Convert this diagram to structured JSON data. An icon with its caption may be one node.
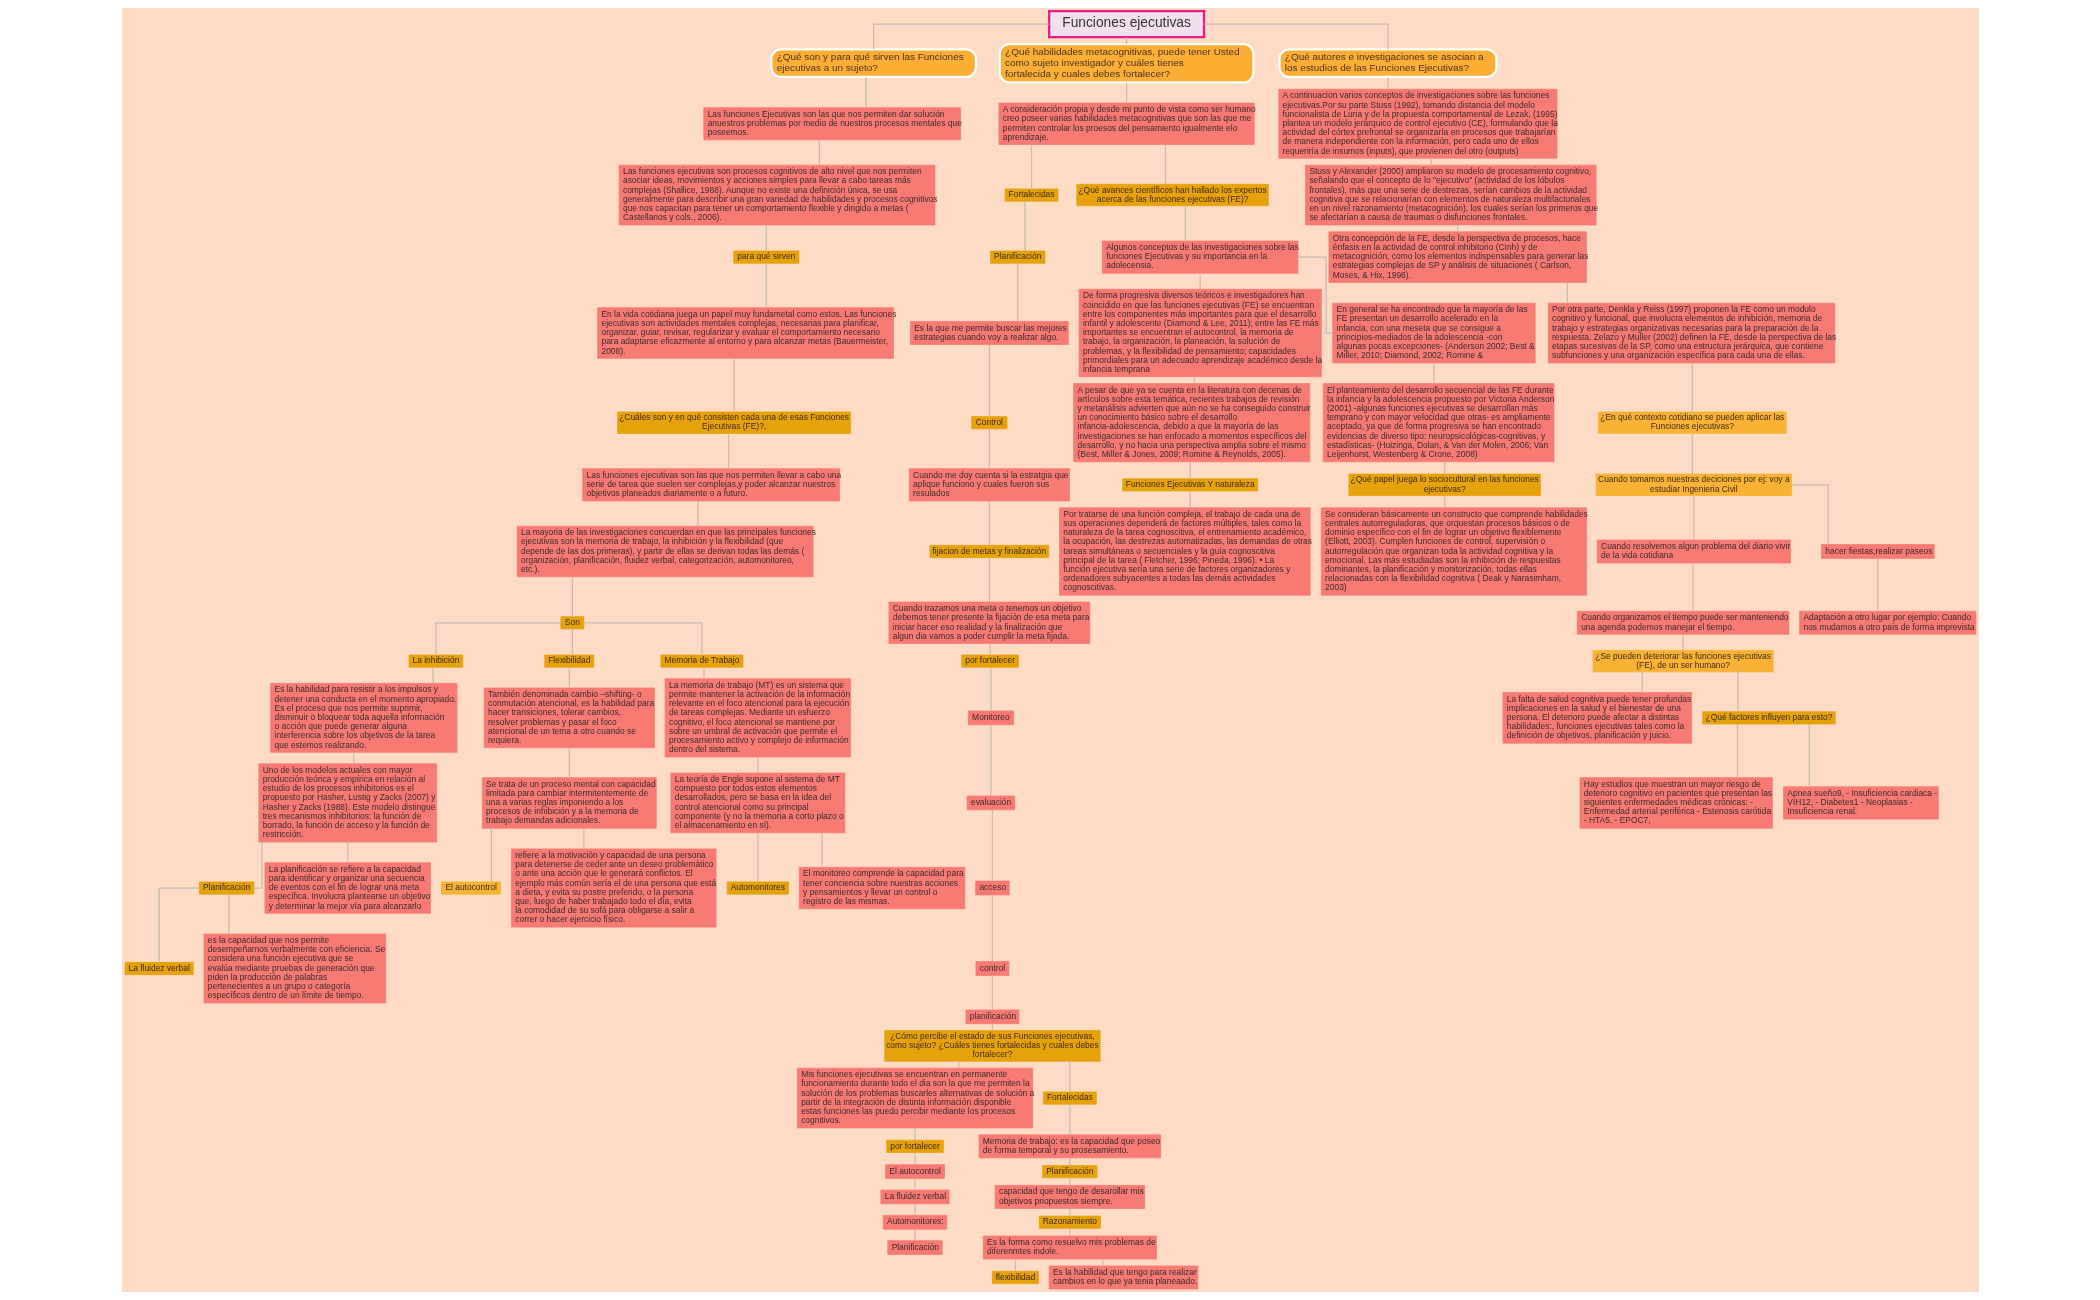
{
  "diagram": {
    "nodes": [
      {
        "text": [
          "Funciones ejecutivas"
        ]
      },
      {
        "text": [
          "¿Qué son y para qué sirven las Funciones ejecutivas a un sujeto?"
        ]
      },
      {
        "text": [
          "Las funciones Ejecutivas son las que nos permiten dar solución anuestros problemas por medio de nuestros procesos mentales que poseemos."
        ]
      },
      {
        "text": [
          "Las funciones ejecutivas son procesos cognitivos de alto nivel que nos permiten asociar ideas, movimientos y acciones simples para llevar a cabo tareas más complejas (Shallice, 1988). Aunque no existe una definición única, se usa generalmente para describir una gran variedad de habilidades y procesos cognitivos que nos capacitan para tener un comportamiento flexible y dirigido a metas ( Castellanos y cols., 2006)."
        ]
      },
      {
        "text": [
          "para qué sirven"
        ]
      },
      {
        "text": [
          "En la vida cotidiana juega un papel muy fundametal como estos. Las funciones ejecutivas son actividades mentales complejas, necesarias para planificar, organizar, guiar, revisar, regularizar y evaluar el comportamiento necesario para adaptarse eficazmente al entorno y para alcanzar metas (Bauermeister, 2008)."
        ]
      },
      {
        "text": [
          "¿Cuáles son y en qué consisten cada una de esas Funciones Ejecutivas (FE)?,"
        ]
      },
      {
        "text": [
          "Las funciones ejecutivas son las que nos permiten llevar a cabo una serie de tarea que suelen ser complejas,y poder alcanzar nuestros objetivos planeados diariamente o a futuro."
        ]
      },
      {
        "text": [
          "La mayoria de las investigaciones concuerdan en que las principales funciones ejecutivas son la memoria de trabajo, la inhibición y la flexibilidad (que depende de las dos primeras), y partir de ellas se derivan todas las demás ( organización, planificación, fluidez verbal, categorización, automonitoreo, etc.)."
        ]
      },
      {
        "text": [
          "Son"
        ]
      },
      {
        "text": [
          "La inhibición"
        ]
      },
      {
        "text": [
          "Es la habilidad para resistir a los impulsos y detener una conducta en el momento apropiado. Es el proceso que nos permite suprimir, disminuir o bloquear toda aquella información o acción que puede generar alguna interferencia sobre los objetivos de la tarea que estemos realizando."
        ]
      },
      {
        "text": [
          "Uno de los modelos actuales con mayor producción teórica y empírica en relación al estudio de los procesos inhibitorios es el propuesto por Hasher, Lustig y Zacks (2007) y Hasher y Zacks (1988). Este modelo distingue tres mecanismos inhibitorios: la función de borrado, la función de acceso y la función de restricción."
        ]
      },
      {
        "text": [
          "Planificación"
        ]
      },
      {
        "text": [
          "La fluidez verbal"
        ]
      },
      {
        "text": [
          "es la capacidad que nos permite desempeñarnos verbalmente con eficiencia. Se considera una función ejecutiva que se evalúa mediante pruebas de generación que piden la producción de palabras pertenecientes a un grupo o categoría específicos dentro de un límite de tiempo."
        ]
      },
      {
        "text": [
          "La planificación se refiere a la capacidad para identificar y organizar una secuencia de eventos con el fin de lograr una meta específica. Involucra plantearse un objetivo y determinar la mejor vía para alcanzarlo"
        ]
      },
      {
        "text": [
          "Flexibilidad"
        ]
      },
      {
        "text": [
          "También denominada cambio –shifting- o conmutación atencional, es la habilidad para hacer transiciones, tolerar cambios, resolver problemas y pasar el foco atencional de un tema a otro cuando se requiera."
        ]
      },
      {
        "text": [
          "Se trata de un proceso mental con capacidad limitada para cambiar intermitentemente de una a varias reglas imponiendo a los procesos de inhibición y a la memoria de trabajo demandas adicionales."
        ]
      },
      {
        "text": [
          "El autocontrol"
        ]
      },
      {
        "text": [
          "refiere a la motivación y capacidad de una persona para detenerse de ceder ante un deseo problemático o ante una acción que le generará conflictos. El ejemplo más común sería el de una persona que está a dieta, y evita su postre preferido, o la persona que, luego de haber trabajado todo el día, evita la comodidad de su sofá para obligarse a salir a correr o hacer ejercicio físico."
        ]
      },
      {
        "text": [
          "Memoria de Trabajo"
        ]
      },
      {
        "text": [
          "La memoria de trabajo (MT) es un sistema que permite mantener la activación de la información relevante en el foco atencional para la ejecución de tareas complejas. Mediante un esfuerzo cognitivo, el foco atencional se mantiene por sobre un umbral de activación que permite el procesamiento activo y complejo de información dentro del sistema."
        ]
      },
      {
        "text": [
          "La teoría de Engle supone al sistema de MT compuesto por todos estos elementos desarrollados, pero se basa en la idea del control atencional como su principal componente (y no la memoria a corto plazo o el almacenamiento en sí)."
        ]
      },
      {
        "text": [
          "Automonitores"
        ]
      },
      {
        "text": [
          "El monitoreo comprende la capacidad para tener conciencia sobre nuestras acciones y pensamientos y llevar un control o registro de las mismas."
        ]
      },
      {
        "text": [
          "¿Qué habilidades metacognitivas, puede tener Usted como sujeto investigador y cuáles tienes fortalecida y cuales debes fortalecer?"
        ]
      },
      {
        "text": [
          "A consideración propia y desde mi punto de vista como ser humano creo poseer varias habilidades metacognitivas que son las que me permiten controlar los proesos del pensamiento igualmente elo aprendizaje."
        ]
      },
      {
        "text": [
          "Fortalecidas"
        ]
      },
      {
        "text": [
          "Planificación"
        ]
      },
      {
        "text": [
          "Es la que me permite buscar las mejores estrategias cuando voy a realizar algo."
        ]
      },
      {
        "text": [
          "Control"
        ]
      },
      {
        "text": [
          "Cuando me doy cuenta si la estratgia que aplique funciono y cuales fueron sus resulados"
        ]
      },
      {
        "text": [
          "fijacion de metas y finalización"
        ]
      },
      {
        "text": [
          "Cuando trazamos una meta o tenemos un objetivo debemos tener presente la fijación de esa meta para iniciar hacer eso realidad y la finalización que algun dia vamos a poder cumplir la meta fijada."
        ]
      },
      {
        "text": [
          "por fortalecer"
        ]
      },
      {
        "text": [
          "Monitoreo"
        ]
      },
      {
        "text": [
          "evaluación"
        ]
      },
      {
        "text": [
          "acceso"
        ]
      },
      {
        "text": [
          "control"
        ]
      },
      {
        "text": [
          "planificación"
        ]
      },
      {
        "text": [
          "¿Cómo percibe el estado de sus Funciones ejecutivas, como sujeto? ¿Cuáles tienes fortalecidas y cuales debes fortalecer?"
        ]
      },
      {
        "text": [
          "Mis funciones ejecutivas se encuentran en permanente funcionamiento durante todo el dia son la que me permiten la solución de los problemas buscarles alternativas de solución a partir de la integración de distinta información disponible estas funciones las puedo percibir mediante los procesos cognitivos."
        ]
      },
      {
        "text": [
          "por fortalecer"
        ]
      },
      {
        "text": [
          "El autocontrol"
        ]
      },
      {
        "text": [
          "La fluidez verbal"
        ]
      },
      {
        "text": [
          "Automonitores:"
        ]
      },
      {
        "text": [
          "Planificación"
        ]
      },
      {
        "text": [
          "Fortalecidas"
        ]
      },
      {
        "text": [
          "Memoria de trabajo: es la capacidad que poseo de forma temporal y su prosesamiento."
        ]
      },
      {
        "text": [
          "Planificación"
        ]
      },
      {
        "text": [
          "capacidad que tengo de desarollar mis objetivos priopuestos siempre."
        ]
      },
      {
        "text": [
          "Razonamiento"
        ]
      },
      {
        "text": [
          "Es la forma como resuelvo mis problemas de diferenmtes indole."
        ]
      },
      {
        "text": [
          "flexibilidad"
        ]
      },
      {
        "text": [
          "Es la habilidad que tengo para realizar cambios en lo que ya tenia planeaado."
        ]
      },
      {
        "text": [
          "¿Qué avances científicos han hallado los expertos acerca de las funciones ejecutivas (FE)?"
        ]
      },
      {
        "text": [
          "Algunos conceptos de las investigaciones sobre las funciones Ejecutivas y su importancia en la adolecensia."
        ]
      },
      {
        "text": [
          "De forma progresiva diversos teóricos e investigadores han coincidido en que las funciones ejecutivas (FE) se encuentran entre los componentes más importantes para que el desarrollo infantil y adolescente (Diamond & Lee, 2011); entre las FE más importantes se encuentran el autocontrol, la memoria de trabajo, la organización, la planeación, la solución de problemas, y la flexibilidad de pensamiento; capacidades primordiales para un adecuado aprendizaje académico desde la infancia temprana"
        ]
      },
      {
        "text": [
          "A pesar de que ya se cuenta en la literatura con decenas de artículos sobre esta temática, recientes trabajos de revisión y metanálisis advierten que aún no se ha conseguido construir un conocimiento básico sobre el desarrollo infancia-adolescencia, debido a que la mayoría de las investigaciones se han enfocado a momentos específicos del desarrollo, y no hacia una perspectiva amplia sobre el mismo (Best, Miller & Jones, 2009; Romine & Reynolds, 2005)."
        ]
      },
      {
        "text": [
          "Funciones Ejecutivas Y naturaleza"
        ]
      },
      {
        "text": [
          "Por tratarse de una función compleja, el trabajo de cada una de sus operaciones dependerá de factores múltiples, tales como la naturaleza de la tarea cognoscitiva, el entrenamiento académico, la ocupación, las destrezas automatizadas, las demandas de otras tareas simultáneas o secuenciales y la guía cognoscitiva principal de la tarea ( Fletcher, 1996; Pineda, 1996). • La función ejecutiva sería una serie de factores organizadores y ordenadores subyacentes a todas las demás actividades cognoscitivas."
        ]
      },
      {
        "text": [
          "En general se ha encontrado que la mayoría de las FE presentan un desarrollo acelerado en la infancia, con una meseta que se consigue a principios-mediados de la adolescencia -con algunas pocas excepciones- (Anderson 2002; Best & Miller, 2010; Diamond, 2002; Romine &"
        ]
      },
      {
        "text": [
          "El planteamiento del desarrollo secuencial de las FE durante la infancia y la adolescencia propuesto por Victoria Anderson (2001) -algunas funciones ejecutivas se desarrollan más temprano y con mayor velocidad que otras- es ampliamente aceptado, ya que de forma progresiva se han encontrado evidencias de diverso tipo: neuropsicológicas-cognitivas, y estadísticas- (Huizinga, Dolan, & Van der Molen, 2006; Van Leijenhorst, Westenberg & Crone, 2008)"
        ]
      },
      {
        "text": [
          "¿Qué papel juega lo sociocultural en las funciones ejecutivas?"
        ]
      },
      {
        "text": [
          "Se consideran básicamente un constructo que comprende habilidades centrales autorreguladoras, que orquestan procesos básicos o de dominio específico con el fin de lograr un objetivo flexiblemente (Elliott, 2003). Cumplen funciones de control, supervisión o autorregulación que organizan toda la actividad cognitiva y la emocional. Las más estudiadas son la inhibición de respuestas dominantes, la planificación y monitorización, todas ellas relacionadas con la flexibilidad cognitiva ( Deak y Narasimham, 2003)"
        ]
      },
      {
        "text": [
          "¿Qué autores e investigaciones se asocian a los estudios de las Funciones Ejecutivas?"
        ]
      },
      {
        "text": [
          "A continuacion varios conceptos de investigaciones sobre las funciones ejecutivas.Por su parte Stuss (1992), tomando distancia del modelo funcionalista de Luria y de la propuesta comportamental de Lezak, (1995) plantea un modelo jerárquico de control ejecutivo (CE), formulando que la actividad del córtex prefrontal se organizaría en procesos que trabajarían de manera independiente con la información, pero cada uno de ellos requeriría de insumos (inputs), que provienen del otro (outputs)"
        ]
      },
      {
        "text": [
          "Stuss y Alexander (2000) ampliaron su modelo de procesamiento cognitivo, señalando que el concepto de lo \"ejecutivo\" (actividad de los lóbulos frontales), más que una serie de destrezas, serían cambios de la actividad cognitiva que se relacionarían con elementos de naturaleza multifactoriales en un nivel razonamiento (metacognición), los cuales serían los primeros que se afectarían a causa de traumas o disfunciones frontales."
        ]
      },
      {
        "text": [
          "Otra concepción de la FE, desde la perspectiva de procesos, hace énfasis en la actividad de control inhibitorio (CInh) y de metacognición, como los elementos indispensables para generar las estrategias complejas de SP y análisis de situaciones ( Carlson, Moses, & Hix, 1998)."
        ]
      },
      {
        "text": [
          "Por otra parte, Denkla y Reiss (1997) proponen la FE como un modulo cognitivo y funcional, que involucra elementos de inhibición, memoria de trabajo y estrategias organizativas necesarias para la preparación de la respuesta. Zelazo y Muller (2002) definen la FE, desde la perspectiva de las etapas sucesivas de la SP, como una estructura jerárquica, que contiene subfunciones y una organización específica para cada una de ellas."
        ]
      },
      {
        "text": [
          "¿En qué contexto cotidiano se pueden aplicar las Funciones ejecutivas?"
        ]
      },
      {
        "text": [
          "Cuando tomamos nuestras deciciones por ej: voy a estudiar Ingenieria Civil"
        ]
      },
      {
        "text": [
          "Cuando resolvemos algun problema del diario vivir de la vida cotidiana"
        ]
      },
      {
        "text": [
          "Cuando organizamos el tiempo puede ser manteniendo una agenda podemos manejar el tiempo."
        ]
      },
      {
        "text": [
          "¿Se pueden deteriorar las funciones ejecutivas (FE), de un ser humano?"
        ]
      },
      {
        "text": [
          "La falta de salud cognitiva puede tener profundas implicaciones en la salud y el bienestar de una persona. El deterioro puede afectar a distintas habilidades:, funciones ejecutivas tales como la definición de objetivos, planificación y juicio."
        ]
      },
      {
        "text": [
          "¿Qué factores influyen para esto?"
        ]
      },
      {
        "text": [
          "Hay estudios que muestran un mayor riesgo de deterioro cognitivo en pacientes que presentan las siguientes enfermedades médicas crónicas: - Enfermedad arterial periférica - Estenosis carótida - HTA5, - EPOC7,"
        ]
      },
      {
        "text": [
          "Apnea sueño9, - Insuficiencia cardiaca - VIH12, - Diabetes1 - Neoplasias - Insuficiencia renal."
        ]
      },
      {
        "text": [
          "hacer fiestas,realizar paseos"
        ]
      },
      {
        "text": [
          "Adaptación a otro lugar por ejemplo: Cuando nos mudamos a otro país de forma imprevista"
        ]
      }
    ],
    "edges": [
      {
        "from": 0,
        "to": 1,
        "arrow": "none"
      },
      {
        "from": 1,
        "to": 2,
        "arrow": "none"
      },
      {
        "from": 2,
        "to": 3,
        "arrow": "none"
      },
      {
        "from": 3,
        "to": 4,
        "arrow": "none"
      },
      {
        "from": 4,
        "to": 5,
        "arrow": "none"
      },
      {
        "from": 5,
        "to": 6,
        "arrow": "none"
      },
      {
        "from": 6,
        "to": 7,
        "arrow": "none"
      },
      {
        "from": 7,
        "to": 8,
        "arrow": "none"
      },
      {
        "from": 8,
        "to": 9,
        "arrow": "none"
      },
      {
        "from": 9,
        "to": 10,
        "arrow": "none"
      },
      {
        "from": 10,
        "to": 11,
        "arrow": "none"
      },
      {
        "from": 11,
        "to": 12,
        "arrow": "none"
      },
      {
        "from": 12,
        "to": 13,
        "arrow": "none"
      },
      {
        "from": 13,
        "to": 14,
        "arrow": "none"
      },
      {
        "from": 13,
        "to": 15,
        "arrow": "none"
      },
      {
        "from": 12,
        "to": 16,
        "arrow": "none"
      },
      {
        "from": 9,
        "to": 17,
        "arrow": "none"
      },
      {
        "from": 17,
        "to": 18,
        "arrow": "none"
      },
      {
        "from": 18,
        "to": 19,
        "arrow": "none"
      },
      {
        "from": 19,
        "to": 20,
        "arrow": "none"
      },
      {
        "from": 19,
        "to": 21,
        "arrow": "none"
      },
      {
        "from": 9,
        "to": 22,
        "arrow": "none"
      },
      {
        "from": 22,
        "to": 23,
        "arrow": "none"
      },
      {
        "from": 23,
        "to": 24,
        "arrow": "none"
      },
      {
        "from": 24,
        "to": 25,
        "arrow": "none"
      },
      {
        "from": 24,
        "to": 26,
        "arrow": "none"
      },
      {
        "from": 0,
        "to": 27,
        "arrow": "none"
      },
      {
        "from": 27,
        "to": 28,
        "arrow": "none"
      },
      {
        "from": 28,
        "to": 29,
        "arrow": "none"
      },
      {
        "from": 29,
        "to": 30,
        "arrow": "none"
      },
      {
        "from": 30,
        "to": 31,
        "arrow": "none"
      },
      {
        "from": 31,
        "to": 32,
        "arrow": "none"
      },
      {
        "from": 32,
        "to": 33,
        "arrow": "none"
      },
      {
        "from": 33,
        "to": 34,
        "arrow": "none"
      },
      {
        "from": 34,
        "to": 35,
        "arrow": "none"
      },
      {
        "from": 35,
        "to": 36,
        "arrow": "none"
      },
      {
        "from": 36,
        "to": 37,
        "arrow": "none"
      },
      {
        "from": 37,
        "to": 38,
        "arrow": "none"
      },
      {
        "from": 38,
        "to": 39,
        "arrow": "none"
      },
      {
        "from": 39,
        "to": 40,
        "arrow": "none"
      },
      {
        "from": 40,
        "to": 41,
        "arrow": "none"
      },
      {
        "from": 41,
        "to": 42,
        "arrow": "none"
      },
      {
        "from": 42,
        "to": 43,
        "arrow": "none"
      },
      {
        "from": 43,
        "to": 44,
        "arrow": "none"
      },
      {
        "from": 44,
        "to": 45,
        "arrow": "none"
      },
      {
        "from": 45,
        "to": 46,
        "arrow": "none"
      },
      {
        "from": 46,
        "to": 47,
        "arrow": "none"
      },
      {
        "from": 47,
        "to": 48,
        "arrow": "none"
      },
      {
        "from": 42,
        "to": 49,
        "arrow": "none"
      },
      {
        "from": 49,
        "to": 50,
        "arrow": "none"
      },
      {
        "from": 50,
        "to": 51,
        "arrow": "none"
      },
      {
        "from": 51,
        "to": 52,
        "arrow": "none"
      },
      {
        "from": 52,
        "to": 53,
        "arrow": "none"
      },
      {
        "from": 53,
        "to": 54,
        "arrow": "none"
      },
      {
        "from": 54,
        "to": 55,
        "arrow": "none"
      },
      {
        "from": 54,
        "to": 56,
        "arrow": "none"
      },
      {
        "from": 28,
        "to": 57,
        "arrow": "none"
      },
      {
        "from": 57,
        "to": 58,
        "arrow": "none"
      },
      {
        "from": 58,
        "to": 59,
        "arrow": "none"
      },
      {
        "from": 59,
        "to": 60,
        "arrow": "none"
      },
      {
        "from": 60,
        "to": 61,
        "arrow": "none"
      },
      {
        "from": 61,
        "to": 62,
        "arrow": "none"
      },
      {
        "from": 58,
        "to": 63,
        "arrow": "none"
      },
      {
        "from": 63,
        "to": 64,
        "arrow": "none"
      },
      {
        "from": 64,
        "to": 65,
        "arrow": "none"
      },
      {
        "from": 65,
        "to": 66,
        "arrow": "none"
      },
      {
        "from": 0,
        "to": 67,
        "arrow": "none"
      },
      {
        "from": 67,
        "to": 68,
        "arrow": "none"
      },
      {
        "from": 68,
        "to": 69,
        "arrow": "none"
      },
      {
        "from": 69,
        "to": 70,
        "arrow": "none"
      },
      {
        "from": 70,
        "to": 71,
        "arrow": "none"
      },
      {
        "from": 71,
        "to": 72,
        "arrow": "none"
      },
      {
        "from": 72,
        "to": 73,
        "arrow": "none"
      },
      {
        "from": 73,
        "to": 74,
        "arrow": "none"
      },
      {
        "from": 74,
        "to": 75,
        "arrow": "none"
      },
      {
        "from": 75,
        "to": 76,
        "arrow": "none"
      },
      {
        "from": 76,
        "to": 77,
        "arrow": "none"
      },
      {
        "from": 76,
        "to": 78,
        "arrow": "none"
      },
      {
        "from": 78,
        "to": 79,
        "arrow": "none"
      },
      {
        "from": 78,
        "to": 80,
        "arrow": "none"
      },
      {
        "from": 73,
        "to": 81,
        "arrow": "none"
      },
      {
        "from": 81,
        "to": 82,
        "arrow": "none"
      }
    ]
  }
}
